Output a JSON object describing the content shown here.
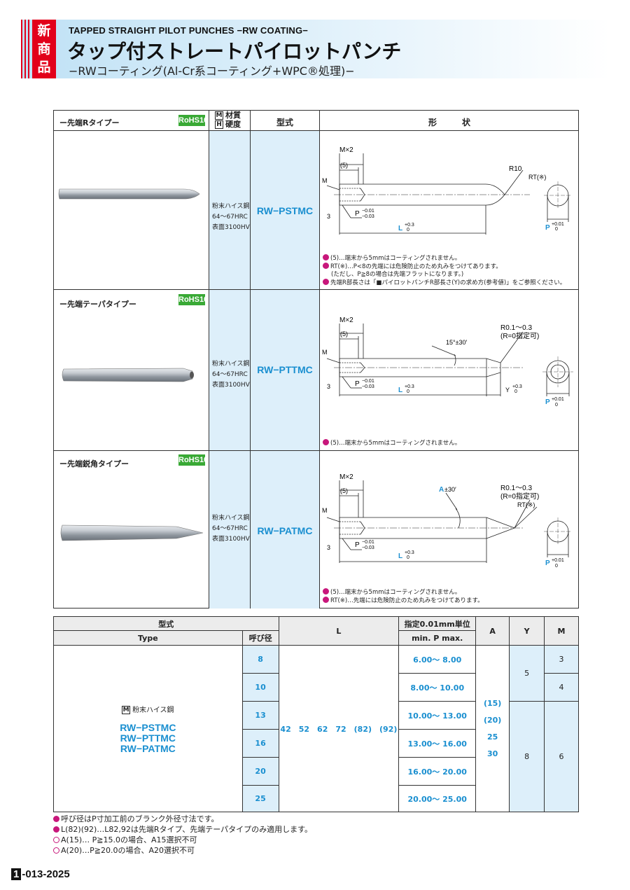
{
  "header": {
    "badge": [
      "新",
      "商",
      "品"
    ],
    "title_en": "TAPPED STRAIGHT PILOT PUNCHES −RW COATING−",
    "title_jp": "タップ付ストレートパイロットパンチ",
    "subtitle": "−RWコーティング(Al-Cr系コーティング+WPC®処理)−"
  },
  "product_table": {
    "headers": {
      "material_m": "材質",
      "material_h": "硬度",
      "model": "型式",
      "shape": "形　　　状"
    },
    "sections": [
      {
        "title": "ー先端Rタイプー",
        "rohs": "RoHS10",
        "material": [
          "粉末ハイス鋼",
          "64〜67HRC",
          "表面3100HV"
        ],
        "model": "RW−PSTMC",
        "dims": {
          "mx2": "M×2",
          "five": "(5)",
          "m": "M",
          "three": "3",
          "p": "P",
          "p_tol_a": "−0.01",
          "p_tol_b": "−0.03",
          "l": "L",
          "l_tol_a": "+0.3",
          "l_tol_b": "0",
          "r10": "R10",
          "rt": "RT(※)",
          "pp": "P",
          "pp_tol_a": "+0.01",
          "pp_tol_b": "0"
        },
        "notes": [
          "(5)…端末から5mmはコーティングされません。",
          "RT(※)…P<8の先端には危険防止のため丸みをつけてあります。",
          "(ただし、P≧8の場合は先端フラットになります。)",
          "先端R部長さは「■パイロットパンチR部長さ(Y)の求め方(参考値)」をご参照ください。"
        ]
      },
      {
        "title": "ー先端テーパタイプー",
        "rohs": "RoHS10",
        "material": [
          "粉末ハイス鋼",
          "64〜67HRC",
          "表面3100HV"
        ],
        "model": "RW−PTTMC",
        "dims": {
          "mx2": "M×2",
          "five": "(5)",
          "m": "M",
          "three": "3",
          "p": "P",
          "p_tol_a": "−0.01",
          "p_tol_b": "−0.03",
          "l": "L",
          "l_tol_a": "+0.3",
          "l_tol_b": "0",
          "ang": "15°±30′",
          "r01": "R0.1〜0.3",
          "r0": "(R=0指定可)",
          "y": "Y",
          "y_tol_a": "+0.3",
          "y_tol_b": "0",
          "pp": "P",
          "pp_tol_a": "+0.01",
          "pp_tol_b": "0"
        },
        "notes": [
          "(5)…端末から5mmはコーティングされません。"
        ]
      },
      {
        "title": "ー先端鋭角タイプー",
        "rohs": "RoHS10",
        "material": [
          "粉末ハイス鋼",
          "64〜67HRC",
          "表面3100HV"
        ],
        "model": "RW−PATMC",
        "dims": {
          "mx2": "M×2",
          "five": "(5)",
          "m": "M",
          "three": "3",
          "p": "P",
          "p_tol_a": "−0.01",
          "p_tol_b": "−0.03",
          "l": "L",
          "l_tol_a": "+0.3",
          "l_tol_b": "0",
          "ang_a": "A",
          "ang_tol": "±30′",
          "r01": "R0.1〜0.3",
          "r0": "(R=0指定可)",
          "rt": "RT(※)",
          "pp": "P",
          "pp_tol_a": "+0.01",
          "pp_tol_b": "0"
        },
        "notes": [
          "(5)…端末から5mmはコーティングされません。",
          "RT(※)…先端には危険防止のため丸みをつけてあります。"
        ]
      }
    ]
  },
  "spec_table": {
    "h_type_jp": "型式",
    "h_type_en": "Type",
    "h_yobi": "呼び径",
    "h_l": "L",
    "h_p1": "指定0.01mm単位",
    "h_p2": "min. P max.",
    "h_a": "A",
    "h_y": "Y",
    "h_m": "M",
    "material": "粉末ハイス鋼",
    "types": [
      "RW−PSTMC",
      "RW−PTTMC",
      "RW−PATMC"
    ],
    "l_values": "42　52　62　72　(82)　(92)",
    "a_values": [
      "(15)",
      "(20)",
      "25",
      "30"
    ],
    "rows": [
      {
        "d": "8",
        "p": "6.00〜 8.00"
      },
      {
        "d": "10",
        "p": "8.00〜 10.00"
      },
      {
        "d": "13",
        "p": "10.00〜 13.00"
      },
      {
        "d": "16",
        "p": "13.00〜 16.00"
      },
      {
        "d": "20",
        "p": "16.00〜 20.00"
      },
      {
        "d": "25",
        "p": "20.00〜 25.00"
      }
    ],
    "y_values": [
      "5",
      "8"
    ],
    "m_values": [
      "3",
      "4",
      "6"
    ]
  },
  "footnotes": [
    "呼び径はP寸加工前のブランク外径寸法です。",
    "L(82)(92)…L82,92は先端Rタイプ、先端テーパタイプのみ適用します。",
    "A(15)… P≧15.0の場合、A15選択不可",
    "A(20)…P≧20.0の場合、A20選択不可"
  ],
  "page": {
    "section": "1",
    "number": "-013-2025"
  },
  "colors": {
    "accent_blue": "#1a8fd0",
    "badge_red": "#e2001a",
    "rohs_green": "#39a935",
    "note_magenta": "#c8177b"
  }
}
